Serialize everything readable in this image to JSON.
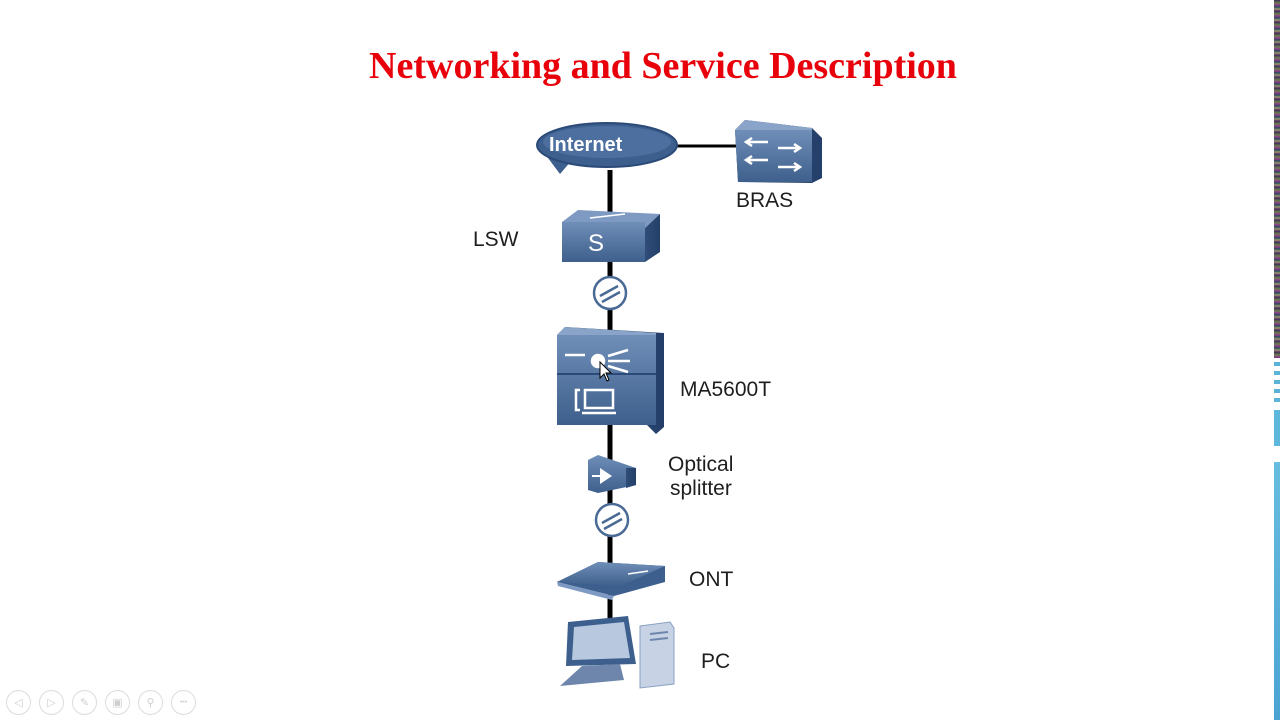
{
  "slide": {
    "title": "Networking and Service Description",
    "title_color": "#e8000b"
  },
  "diagram": {
    "nodes": [
      {
        "id": "internet",
        "label": "Internet",
        "icon": "cloud-icon"
      },
      {
        "id": "bras",
        "label": "BRAS",
        "icon": "router-icon"
      },
      {
        "id": "lsw",
        "label": "LSW",
        "icon": "switch-icon"
      },
      {
        "id": "ma5600t",
        "label": "MA5600T",
        "icon": "olt-icon"
      },
      {
        "id": "splitter",
        "label": "Optical splitter",
        "label_line1": "Optical",
        "label_line2": "splitter",
        "icon": "splitter-icon"
      },
      {
        "id": "ont",
        "label": "ONT",
        "icon": "ont-icon"
      },
      {
        "id": "pc",
        "label": "PC",
        "icon": "pc-icon"
      }
    ],
    "links": [
      {
        "from": "internet",
        "to": "bras"
      },
      {
        "from": "internet",
        "to": "lsw"
      },
      {
        "from": "lsw",
        "to": "ma5600t",
        "marker": "optical-link-icon"
      },
      {
        "from": "ma5600t",
        "to": "splitter"
      },
      {
        "from": "splitter",
        "to": "ont",
        "marker": "optical-link-icon"
      },
      {
        "from": "ont",
        "to": "pc"
      }
    ],
    "device_color": "#4a6a96"
  },
  "player_controls": [
    {
      "name": "previous",
      "icon": "previous-icon",
      "glyph": "◁"
    },
    {
      "name": "next",
      "icon": "next-icon",
      "glyph": "▷"
    },
    {
      "name": "pen",
      "icon": "pen-icon",
      "glyph": "✎"
    },
    {
      "name": "slides",
      "icon": "slides-icon",
      "glyph": "▣"
    },
    {
      "name": "zoom",
      "icon": "zoom-icon",
      "glyph": "⚲"
    },
    {
      "name": "more",
      "icon": "more-icon",
      "glyph": "•••"
    }
  ]
}
